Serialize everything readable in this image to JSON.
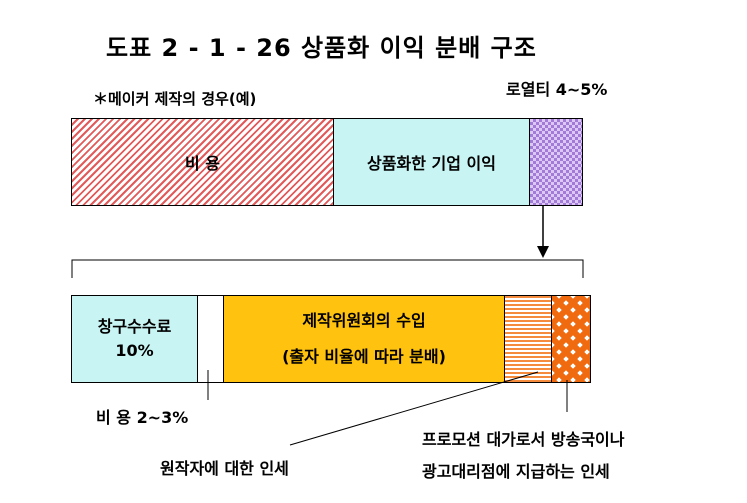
{
  "title": "도표 2 - 1 - 26 상품화 이익 분배 구조",
  "note": "＊메이커 제작의 경우(예)",
  "top_bar": {
    "cost_label": "비 용",
    "profit_label": "상품화한 기업 이익",
    "royalty_label": "로열티 4~5%"
  },
  "bottom_bar": {
    "window_fee_line1": "창구수수료",
    "window_fee_line2": "10%",
    "committee_line1": "제작위원회의 수입",
    "committee_line2": "(출자 비율에 따라 분배)"
  },
  "annotations": {
    "cost_small": "비 용 2∼3%",
    "creator_fee": "원작자에 대한 인세",
    "promo_line1": "프로모션 대가로서 방송국이나",
    "promo_line2": "광고대리점에 지급하는 인세"
  }
}
